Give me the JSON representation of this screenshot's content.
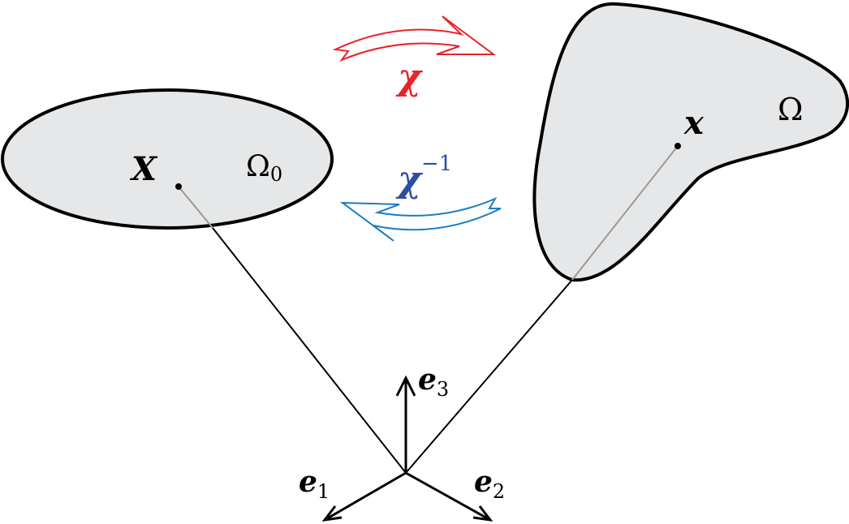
{
  "labels": {
    "ref_point": "X",
    "ref_domain": "Ω",
    "ref_domain_sub": "0",
    "cur_point": "x",
    "cur_domain": "Ω",
    "map": "χ",
    "inv_map": "χ",
    "inv_map_sup": "−1",
    "e1": "e",
    "e1_sub": "1",
    "e2": "e",
    "e2_sub": "2",
    "e3": "e",
    "e3_sub": "3"
  },
  "colors": {
    "forward_arrow": "#e8232a",
    "inverse_arrow": "#1a7cc4",
    "map_label": "#e8232a",
    "inv_map_label": "#2e4fa0",
    "domain_fill": "#e6e7e8"
  }
}
